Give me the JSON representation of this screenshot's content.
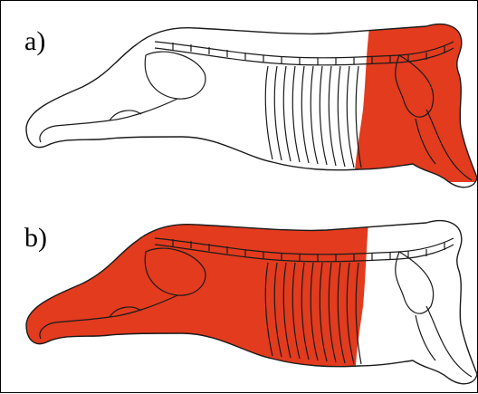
{
  "panels": [
    {
      "label": "a)",
      "highlight": "hindquarter"
    },
    {
      "label": "b)",
      "highlight": "forequarter"
    }
  ],
  "colors": {
    "highlight": "#e23b1e",
    "outline": "#1a1a1a",
    "unshaded": "#ffffff"
  }
}
